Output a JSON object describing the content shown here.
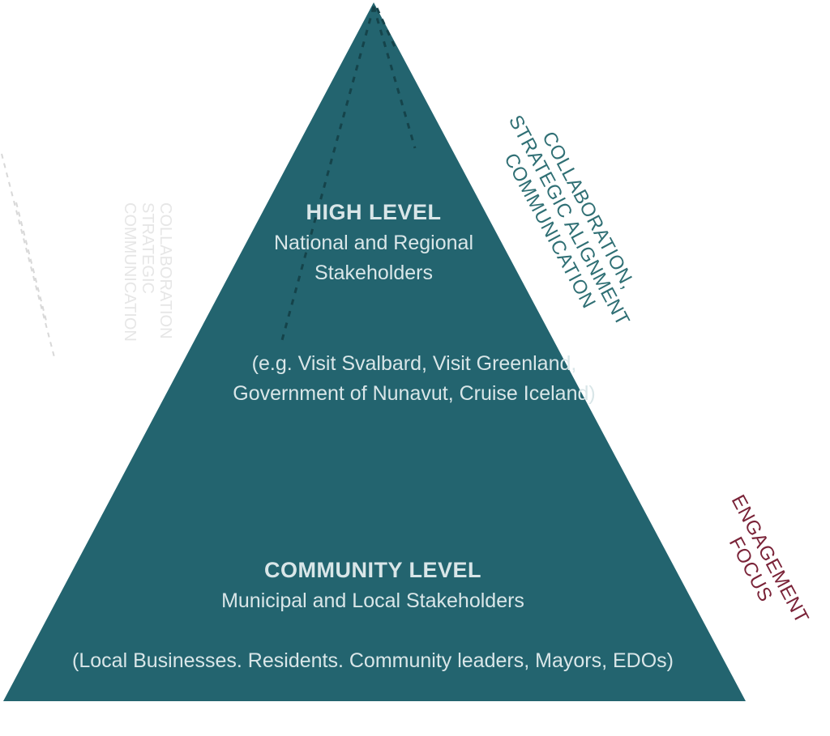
{
  "colors": {
    "pyramid_fill": "#23646f",
    "pyramid_text": "#d9e6e8",
    "collab_label": "#2f6f74",
    "engagement_label": "#7a2338",
    "dotted_line": "#15434a"
  },
  "high_level": {
    "heading": "HIGH LEVEL",
    "line1": "National and Regional",
    "line2": "Stakeholders",
    "example1": "(e.g. Visit Svalbard, Visit Greenland,",
    "example2": "Government of Nunavut, Cruise Iceland)"
  },
  "community_level": {
    "heading": "COMMUNITY LEVEL",
    "line1": "Municipal and Local Stakeholders",
    "example": "(Local Businesses. Residents. Community leaders, Mayors, EDOs)"
  },
  "collaboration_label": {
    "line1": "COLLABORATION,",
    "line2": "STRATEGIC ALIGNMENT",
    "line3": "COMMUNICATION"
  },
  "engagement_label": {
    "line1": "ENGAGEMENT",
    "line2": "FOCUS"
  }
}
